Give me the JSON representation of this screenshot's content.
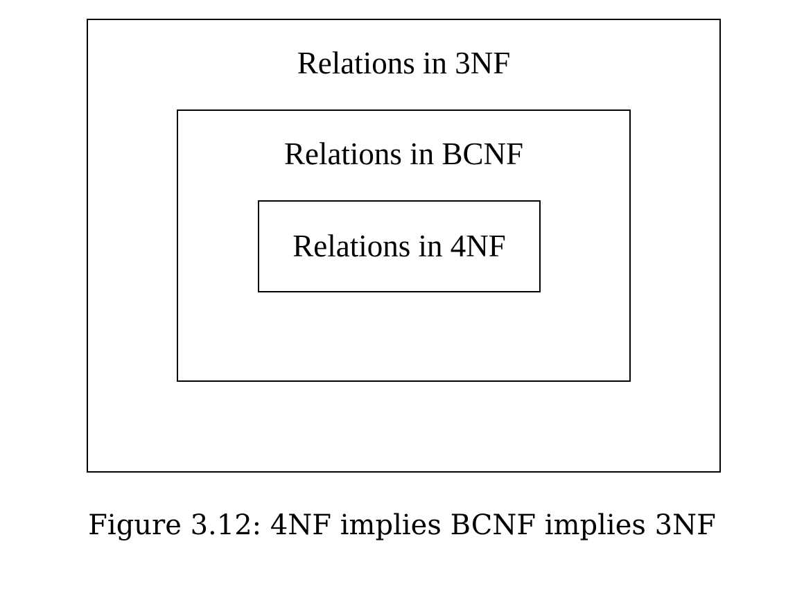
{
  "diagram": {
    "outer_box": {
      "label": "Relations in 3NF"
    },
    "middle_box": {
      "label": "Relations in BCNF"
    },
    "inner_box": {
      "label": "Relations in 4NF"
    }
  },
  "caption": "Figure 3.12: 4NF implies BCNF implies 3NF",
  "colors": {
    "background": "#ffffff",
    "stroke": "#000000",
    "text": "#000000"
  }
}
